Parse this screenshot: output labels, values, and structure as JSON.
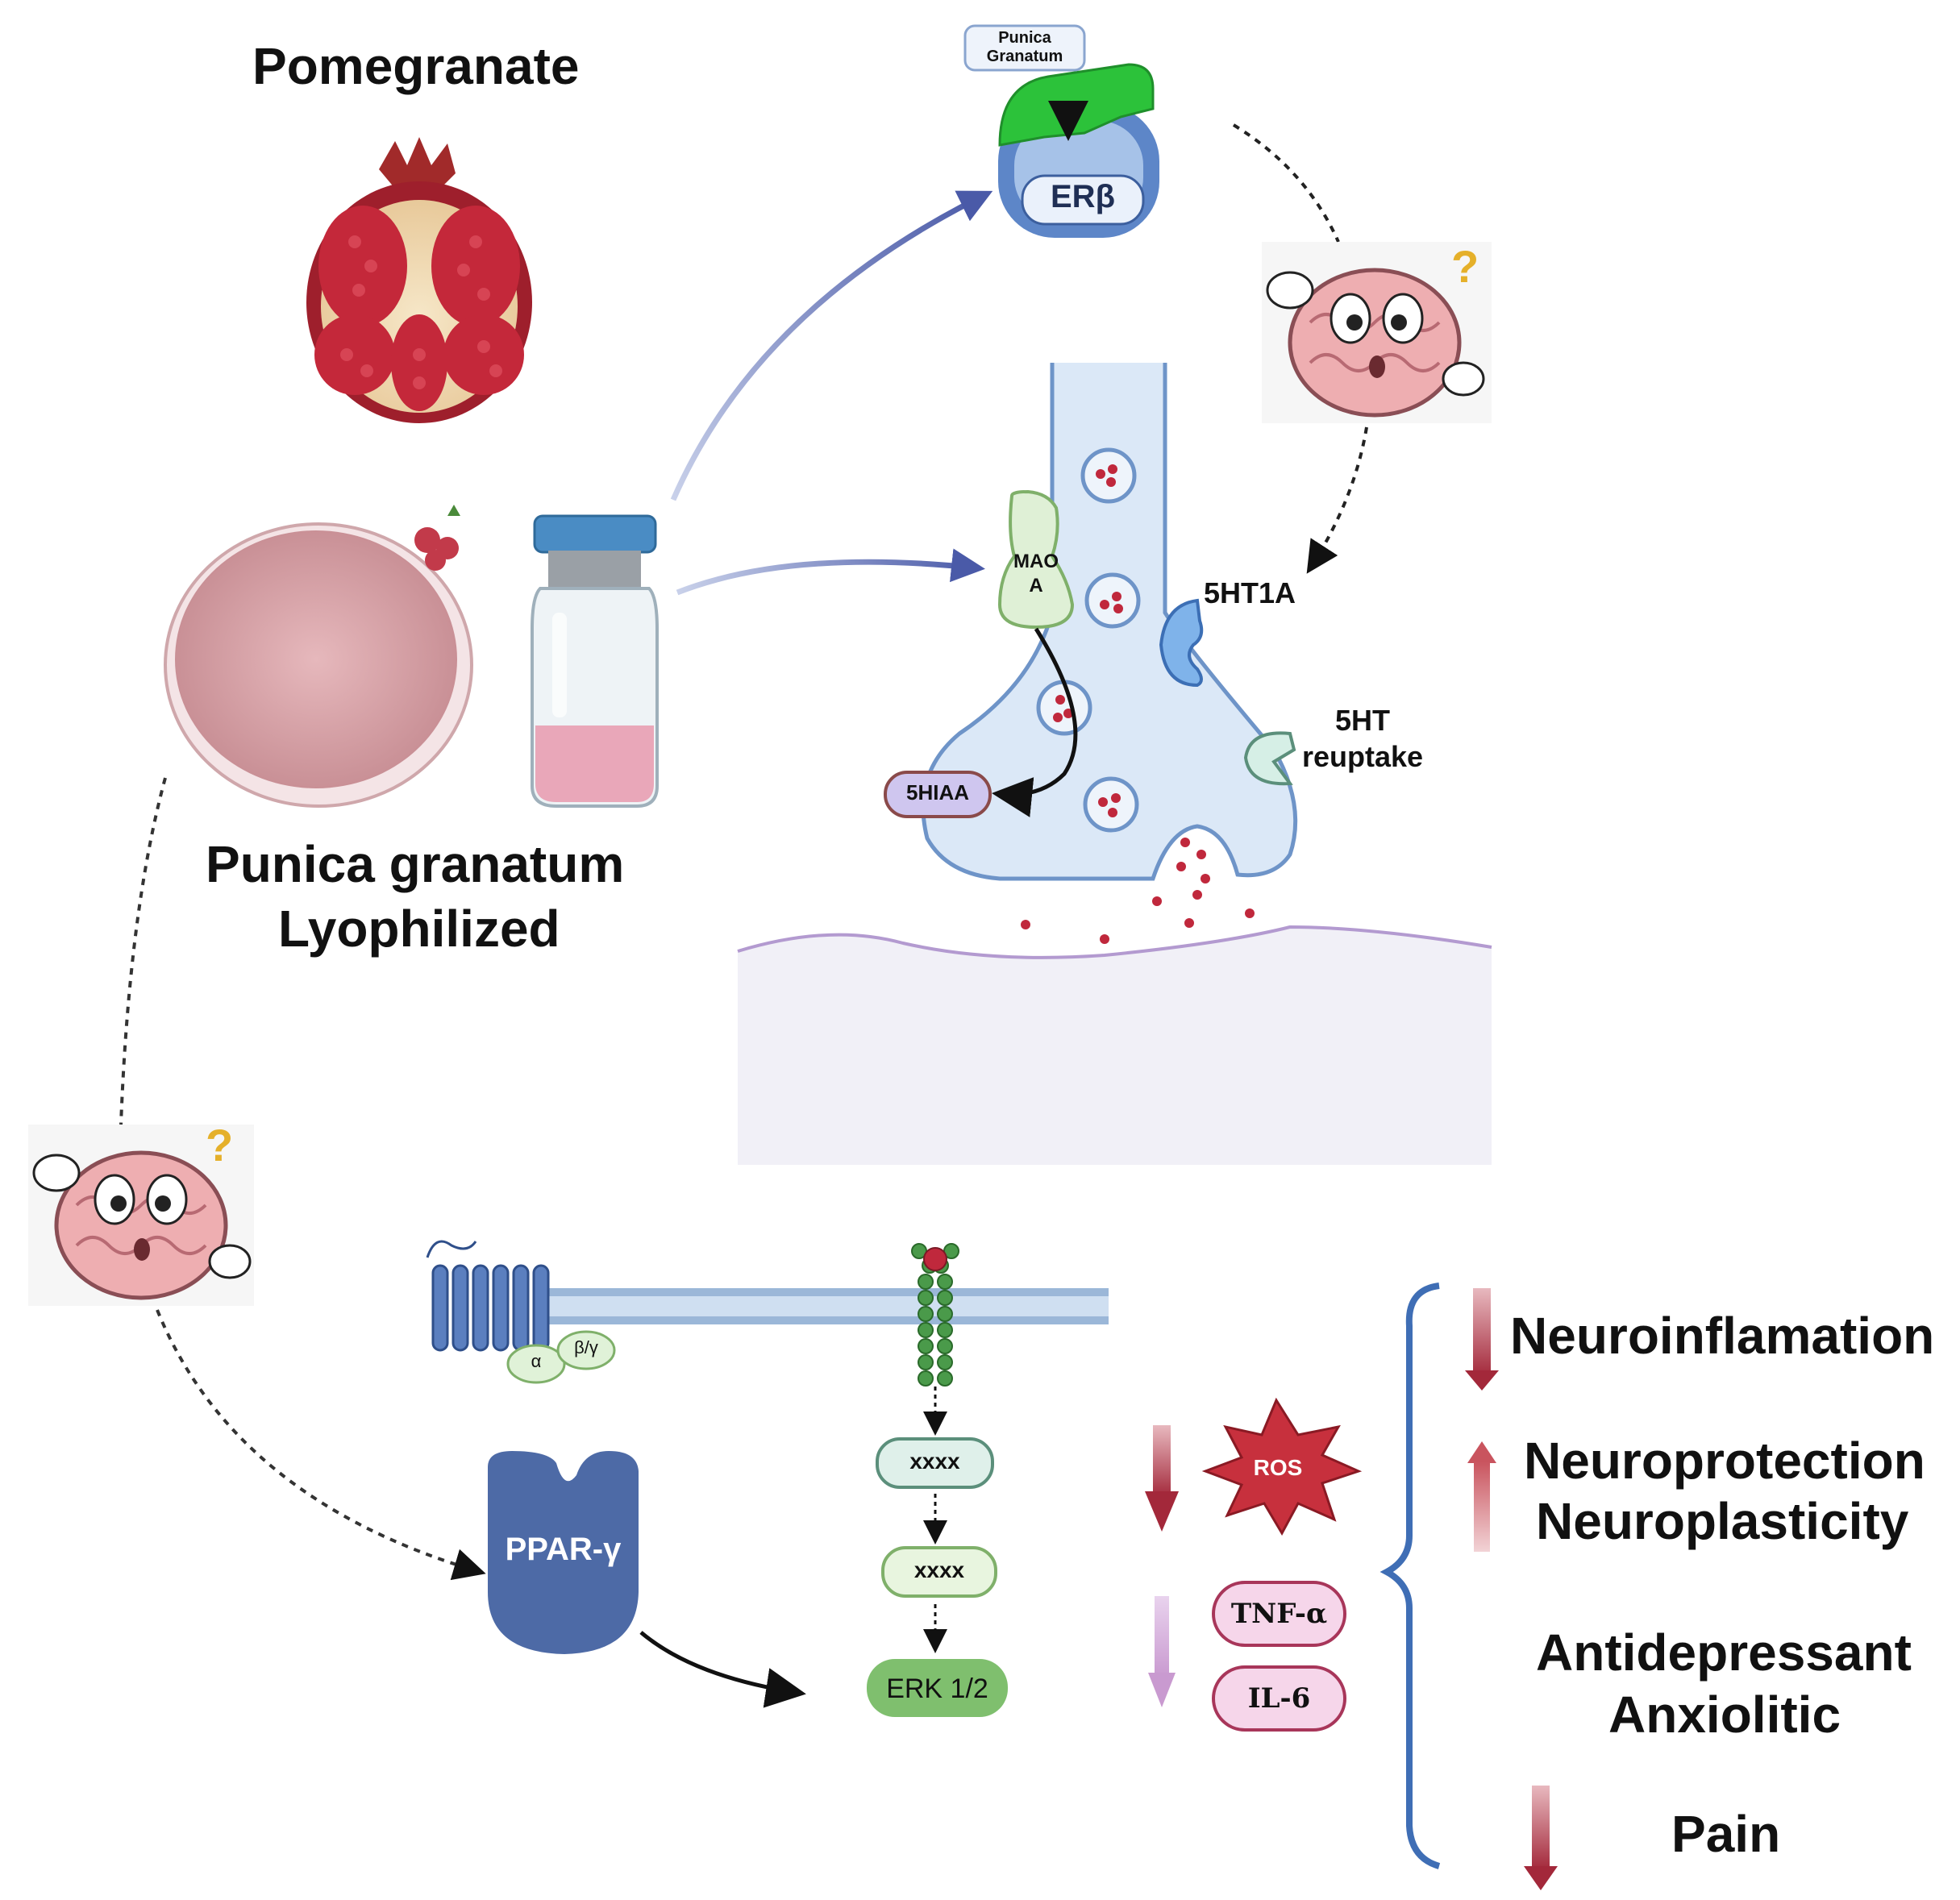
{
  "header": {
    "pomegranate_title": "Pomegranate"
  },
  "product": {
    "title_line1": "Punica granatum",
    "title_line2": "Lyophilized"
  },
  "receptor": {
    "tag_line1": "Punica",
    "tag_line2": "Granatum",
    "name": "ERβ"
  },
  "synapse": {
    "mao_line1": "MAO",
    "mao_line2": "A",
    "metabolite": "5HIAA",
    "receptor_5ht1a": "5HT1A",
    "reuptake_line1": "5HT",
    "reuptake_line2": "reuptake"
  },
  "pathway": {
    "g_alpha": "α",
    "g_betagamma": "β/γ",
    "ppar": "PPAR-γ",
    "step1": "xxxx",
    "step2": "xxxx",
    "erk": "ERK 1/2"
  },
  "markers": {
    "ros": "ROS",
    "tnf": "TNF-α",
    "il6": "IL-6"
  },
  "effects": {
    "neuroinflammation": "Neuroinflamation",
    "neuroprotection": "Neuroprotection",
    "neuroplasticity": "Neuroplasticity",
    "antidepressant": "Antidepressant",
    "anxiolytic": "Anxiolitic",
    "pain": "Pain"
  },
  "colors": {
    "down_arrow": "#a3283a",
    "up_arrow": "#c9545e",
    "light_down_arrow": "#c99ad0",
    "bracket": "#3f6eb5",
    "ppar": "#4d6aa6",
    "erk": "#7fbf6e",
    "synapse_fill": "#dbe8f7",
    "synapse_stroke": "#6e94c8"
  },
  "icons": {
    "brain": "confused-brain-icon",
    "fruit": "pomegranate-icon",
    "vial": "vial-icon",
    "dish": "petri-dish-icon"
  }
}
